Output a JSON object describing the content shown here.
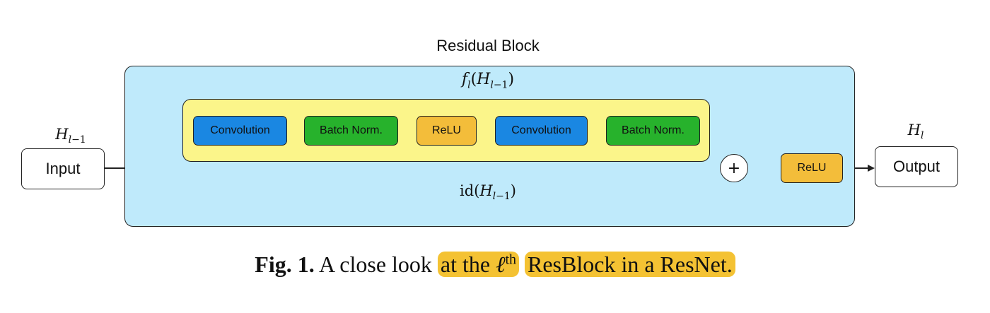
{
  "diagram": {
    "block_title": "Residual Block",
    "residual_function": "f_l(H_{l−1})",
    "identity": "id(H_{l−1})",
    "input_symbol": "H_{l−1}",
    "output_symbol": "H_l",
    "input_label": "Input",
    "output_label": "Output",
    "operations": [
      {
        "label": "Convolution",
        "color": "#1a87e2"
      },
      {
        "label": "Batch Norm.",
        "color": "#27b22c"
      },
      {
        "label": "ReLU",
        "color": "#f3bd3a"
      },
      {
        "label": "Convolution",
        "color": "#1a87e2"
      },
      {
        "label": "Batch Norm.",
        "color": "#27b22c"
      }
    ],
    "sum_symbol": "+",
    "final_activation": "ReLU",
    "colors": {
      "block_background": "#bfeafb",
      "residual_path_background": "#fbf58a",
      "highlight": "#f4c233"
    }
  },
  "caption": {
    "fig_label": "Fig. 1.",
    "text_plain": "A close look",
    "text_highlight_1a": "at the",
    "ell": "ℓ",
    "superscript": "th",
    "text_highlight_2": "ResBlock in a ResNet."
  }
}
